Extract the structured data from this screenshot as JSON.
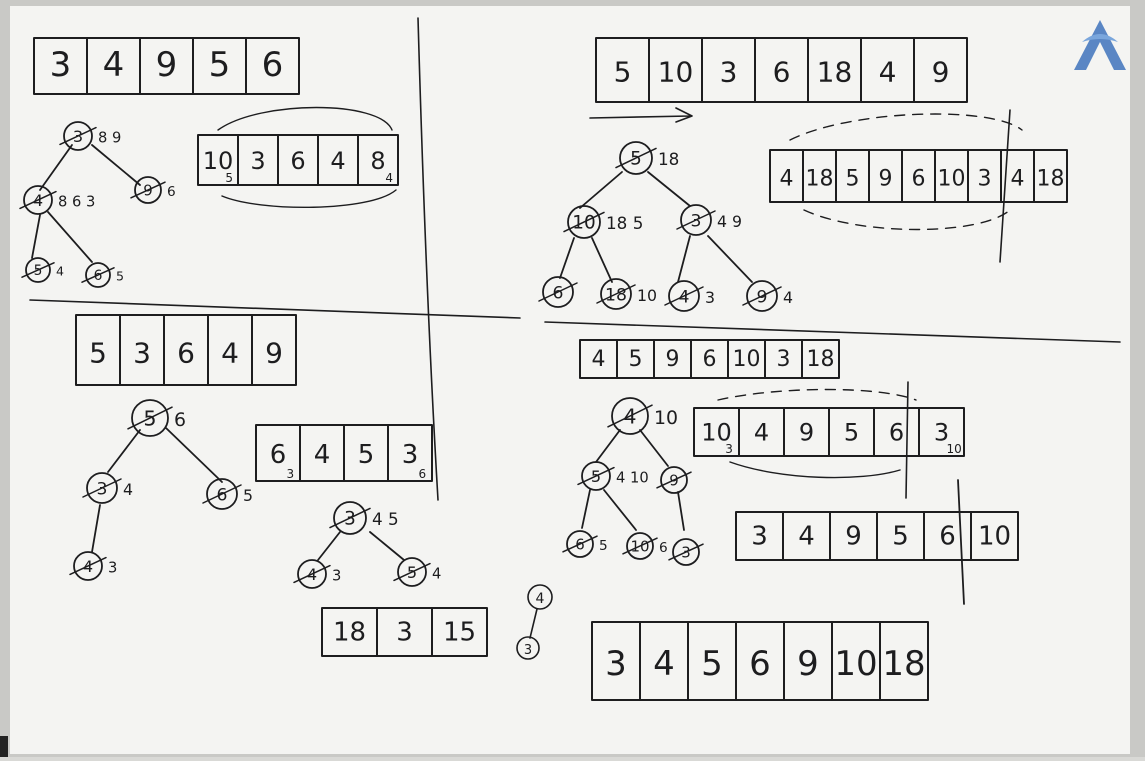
{
  "colors": {
    "board": "#f4f4f2",
    "ink": "#1d1d1f",
    "frame": "#c9c9c6",
    "logo": "#5a86c4"
  },
  "icons": {
    "logo": "logo-icon"
  },
  "quadrants": {
    "top_left": {
      "top_array": [
        "3",
        "4",
        "9",
        "5",
        "6"
      ],
      "side_array": [
        "10",
        "3",
        "6",
        "4",
        "8"
      ],
      "side_subs": [
        "5",
        "",
        "",
        "",
        "4"
      ],
      "tree": {
        "root": {
          "old": "3",
          "new": "8 9"
        },
        "left": {
          "old": "4",
          "new": "8 6 3"
        },
        "right": {
          "old": "9",
          "new": "6"
        },
        "ll": {
          "old": "5",
          "new": "4"
        },
        "lr": {
          "old": "6",
          "new": "5"
        }
      }
    },
    "top_right": {
      "top_array": [
        "5",
        "10",
        "3",
        "6",
        "18",
        "4",
        "9"
      ],
      "side_array": [
        "4",
        "18",
        "5",
        "9",
        "6",
        "10",
        "3",
        "4",
        "18"
      ],
      "tree": {
        "root": {
          "old": "5",
          "new": "18"
        },
        "left": {
          "old": "10",
          "new": "18 5"
        },
        "right": {
          "old": "3",
          "new": "4 9"
        },
        "ll": {
          "old": "6",
          "new": ""
        },
        "lm": {
          "old": "18",
          "new": "10"
        },
        "rm": {
          "old": "4",
          "new": "3"
        },
        "rr": {
          "old": "9",
          "new": "4"
        }
      }
    },
    "bottom_left": {
      "top_array": [
        "5",
        "3",
        "6",
        "4",
        "9"
      ],
      "side_array": [
        "6",
        "4",
        "5",
        "3"
      ],
      "side_subs": [
        "3",
        "",
        "",
        "6"
      ],
      "tree": {
        "root": {
          "old": "5",
          "new": "6"
        },
        "left": {
          "old": "3",
          "new": "4"
        },
        "right": {
          "old": "6",
          "new": "5"
        },
        "ll": {
          "old": "4",
          "new": "3"
        }
      },
      "small_tree": {
        "root": {
          "old": "3",
          "new": "4 5"
        },
        "left": {
          "old": "4",
          "new": "3"
        },
        "right": {
          "old": "5",
          "new": "4"
        }
      },
      "small_array": [
        "18",
        "3",
        "15"
      ],
      "mini_tree": [
        "4",
        "3"
      ]
    },
    "bottom_right": {
      "top_array": [
        "4",
        "5",
        "9",
        "6",
        "10",
        "3",
        "18"
      ],
      "tree": {
        "root": {
          "old": "4",
          "new": "10"
        },
        "left": {
          "old": "5",
          "new": "4 10"
        },
        "right": {
          "old": "9",
          "new": ""
        },
        "ll": {
          "old": "6",
          "new": "5"
        },
        "lm": {
          "old": "10",
          "new": "6"
        },
        "rr": {
          "old": "3",
          "new": ""
        }
      },
      "side_array": [
        "10",
        "4",
        "9",
        "5",
        "6",
        "3"
      ],
      "side_subs": [
        "3",
        "",
        "",
        "",
        "",
        "10"
      ],
      "mid_array": [
        "3",
        "4",
        "9",
        "5",
        "6",
        "10"
      ],
      "final_array": [
        "3",
        "4",
        "5",
        "6",
        "9",
        "10",
        "18"
      ]
    }
  }
}
